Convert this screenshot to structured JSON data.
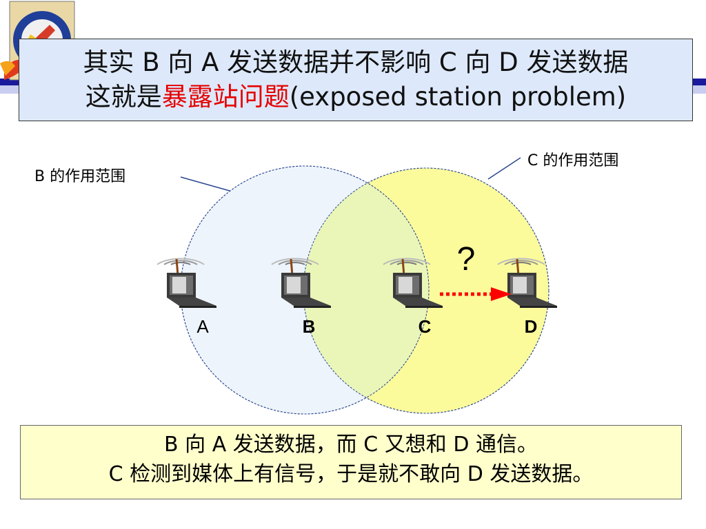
{
  "title": {
    "line1": "其实 B 向 A 发送数据并不影响 C 向 D 发送数据",
    "line2_prefix": "这就是",
    "line2_highlight": "暴露站问题",
    "line2_suffix": "(exposed station problem)"
  },
  "diagram": {
    "range_b_label": "B 的作用范围",
    "range_c_label": "C 的作用范围",
    "question_mark": "?",
    "stations": [
      "A",
      "B",
      "C",
      "D"
    ]
  },
  "bottom_text": {
    "line1": "B 向 A 发送数据，而 C 又想和 D 通信。",
    "line2": "C 检测到媒体上有信号，于是就不敢向 D 发送数据。"
  },
  "colors": {
    "header_dark": "#1a1a9c",
    "title_bg": "#dde9fa",
    "highlight": "#e60000",
    "range_b_fill": "#edf4fb",
    "range_c_fill": "#fbfb9c",
    "overlap_fill": "#eaf6b8",
    "arrow": "#ff0000",
    "bottom_bg": "#ffffcc"
  },
  "icons": [
    "institute-logo-icon",
    "laptop-antenna-icon",
    "dotted-arrow-icon"
  ]
}
